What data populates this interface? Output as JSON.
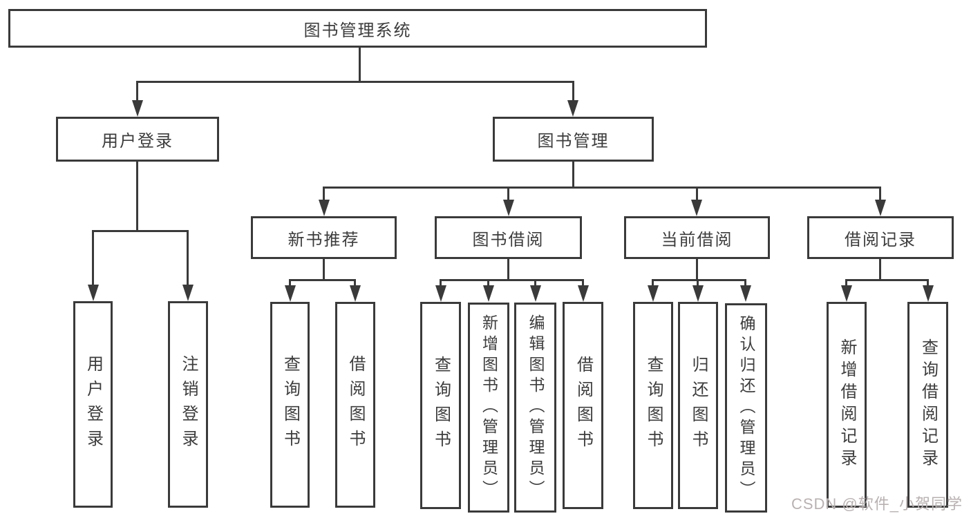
{
  "diagram": {
    "type": "hierarchy-tree",
    "tree": {
      "root": {
        "label": "图书管理系统"
      },
      "children": [
        {
          "label": "用户登录",
          "children": [
            {
              "label": "用户登录"
            },
            {
              "label": "注销登录"
            }
          ]
        },
        {
          "label": "图书管理",
          "children": [
            {
              "label": "新书推荐",
              "children": [
                {
                  "label": "查询图书"
                },
                {
                  "label": "借阅图书"
                }
              ]
            },
            {
              "label": "图书借阅",
              "children": [
                {
                  "label": "查询图书"
                },
                {
                  "label": "新增图书（管理员）"
                },
                {
                  "label": "编辑图书（管理员）"
                },
                {
                  "label": "借阅图书"
                }
              ]
            },
            {
              "label": "当前借阅",
              "children": [
                {
                  "label": "查询图书"
                },
                {
                  "label": "归还图书"
                },
                {
                  "label": "确认归还（管理员）"
                }
              ]
            },
            {
              "label": "借阅记录",
              "children": [
                {
                  "label": "新增借阅记录"
                },
                {
                  "label": "查询借阅记录"
                }
              ]
            }
          ]
        }
      ]
    },
    "watermark": {
      "text": "CSDN @软件_小贺同学"
    },
    "colors": {
      "line": "#3a3a3a",
      "text": "#3c3c3c",
      "background": "#ffffff",
      "watermark": "#b9b1b1"
    }
  }
}
